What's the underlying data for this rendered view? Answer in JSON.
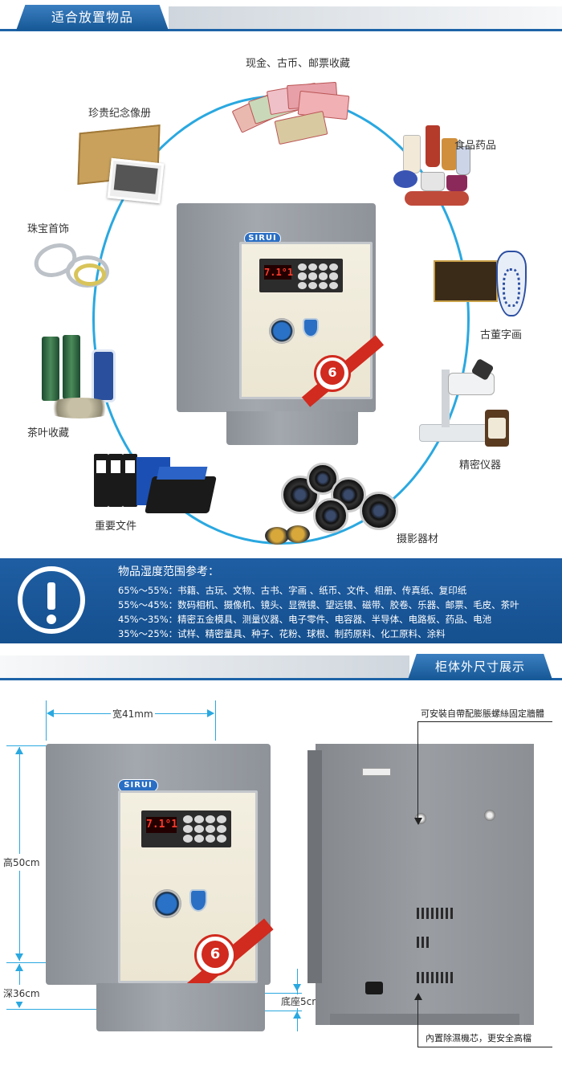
{
  "section1": {
    "title": "适合放置物品",
    "items": [
      {
        "label": "现金、古币、邮票收藏",
        "icon": "money-icon"
      },
      {
        "label": "珍贵纪念像册",
        "icon": "photo-album-icon"
      },
      {
        "label": "食品药品",
        "icon": "medicine-bottles-icon"
      },
      {
        "label": "珠宝首饰",
        "icon": "ring-icon"
      },
      {
        "label": "古董字画",
        "icon": "antique-vase-icon"
      },
      {
        "label": "茶叶收藏",
        "icon": "tea-can-icon"
      },
      {
        "label": "精密仪器",
        "icon": "microscope-icon"
      },
      {
        "label": "重要文件",
        "icon": "file-folder-icon"
      },
      {
        "label": "摄影器材",
        "icon": "camera-lens-icon"
      }
    ],
    "safe": {
      "brand": "SIRUI",
      "display": "7.1°1",
      "badge": "6"
    }
  },
  "humidity": {
    "title": "物品湿度范围参考：",
    "rows": [
      {
        "range": "65%～55%：",
        "items": "书籍、古玩、文物、古书、字画 、纸币、文件、相册、传真纸、复印纸"
      },
      {
        "range": "55%～45%：",
        "items": "数码相机、摄像机、镜头、显微镜、望远镜、磁带、胶卷、乐器、邮票、毛皮、茶叶"
      },
      {
        "range": "45%～35%：",
        "items": "精密五金模具、测量仪器、电子零件、电容器、半导体、电路板、药品、电池"
      },
      {
        "range": "35%～25%：",
        "items": "试样、精密量具、种子、花粉、球根、制药原料、化工原料、涂料"
      }
    ]
  },
  "section2": {
    "title": "柜体外尺寸展示",
    "width": "宽41mm",
    "height": "高50cm",
    "depth": "深36cm",
    "base": "底座5cm",
    "note_top": "可安裝自帶配膨脹螺絲固定牆體",
    "note_bottom": "內置除濕機芯，更安全高檔",
    "safe": {
      "brand": "SIRUI",
      "display": "7.1°1",
      "badge": "6"
    }
  },
  "colors": {
    "accent": "#1d63a7",
    "circle": "#2aa8e0",
    "banner": "#1a57996"
  }
}
